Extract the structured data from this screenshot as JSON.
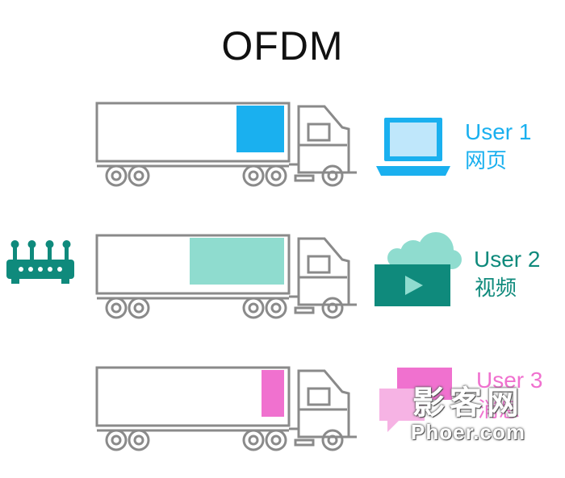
{
  "title": "OFDM",
  "colors": {
    "user1": "#1ab0ef",
    "user2": "#0f8a7c",
    "user2_cargo": "#8fdccf",
    "user3": "#f071cf",
    "truck_line": "#8a8a8a",
    "title": "#111111"
  },
  "users": [
    {
      "label": "User 1",
      "content": "网页",
      "device": "laptop-icon",
      "cargo_fraction": 0.25
    },
    {
      "label": "User 2",
      "content": "视频",
      "device": "video-cloud-icon",
      "cargo_fraction": 0.5
    },
    {
      "label": "User 3",
      "content": "消息",
      "device": "chat-bubble-icon",
      "cargo_fraction": 0.12
    }
  ],
  "source_device": "router-icon",
  "watermark": {
    "cn": "影客网",
    "en": "Phoer.com"
  }
}
